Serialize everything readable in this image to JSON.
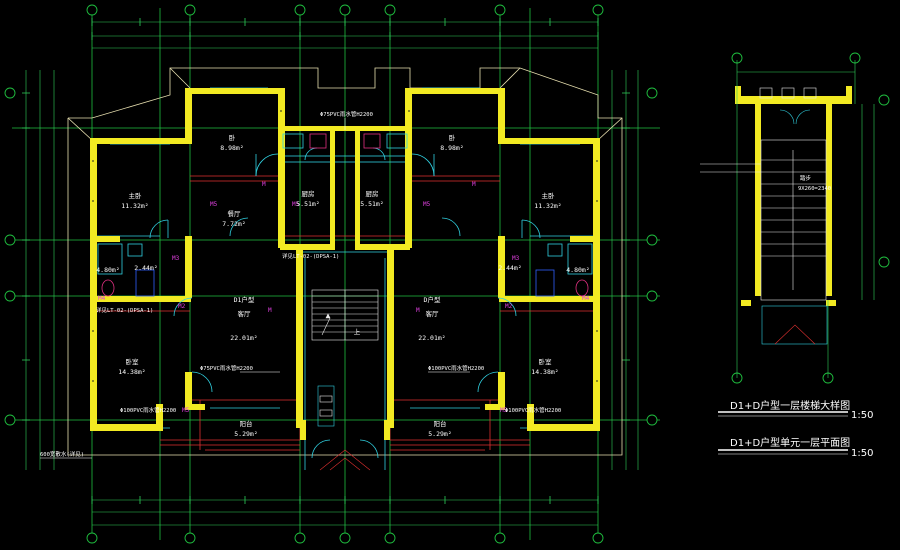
{
  "drawing": {
    "title_stair": "D1+D户型一层楼梯大样图",
    "title_unit": "D1+D户型单元一层平面图",
    "scale_stair": "1:50",
    "scale_unit": "1:50"
  },
  "plan_labels": {
    "left_unit": "D1户型",
    "right_unit": "D户型",
    "living_left": "客厅",
    "living_right": "客厅",
    "living_area_left": "22.01m²",
    "living_area_right": "22.01m²",
    "bedroom_upper_left": "卧",
    "bedroom_upper_right": "卧",
    "bedroom_area_upper": "8.98m²",
    "master_left": "主卧",
    "master_right": "主卧",
    "master_area_left": "11.32m²",
    "master_area_right": "11.32m²",
    "bedroom_lower_left": "卧室",
    "bedroom_lower_right": "卧室",
    "bedroom_area_lower": "14.38m²",
    "kitchen_left": "厨房",
    "kitchen_right": "厨房",
    "kitchen_area": "5.51m²",
    "balcony_left": "阳台",
    "balcony_right": "阳台",
    "balcony_area": "5.29m²",
    "dining_left": "餐厅",
    "dining_area": "7.72m²",
    "bath_area_left": "4.80m²",
    "bath_area_right": "4.80m²",
    "wash_area": "2.44m²",
    "stair_up": "上",
    "ref_note": "详见LT-02-(DPSA-1)",
    "ref_note_left": "详见LT-02-(DPSA-1)",
    "drain_note_1": "Φ75PVC雨水管H2200",
    "drain_note_2": "Φ100PVC雨水管H2200",
    "ground_note": "600宽散水(详见)",
    "stair_detail": "踏步",
    "stair_dim": "9X260=2340"
  }
}
